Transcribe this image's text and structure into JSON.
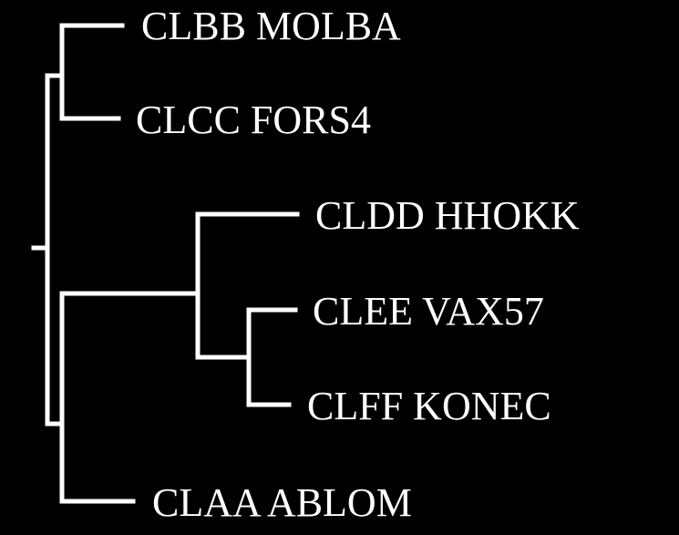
{
  "tree": {
    "leaves": [
      {
        "id": "clbb",
        "label": "CLBB MOLBA"
      },
      {
        "id": "clcc",
        "label": "CLCC FORS4"
      },
      {
        "id": "cldd",
        "label": "CLDD HHOKK"
      },
      {
        "id": "clee",
        "label": "CLEE VAX57"
      },
      {
        "id": "clff",
        "label": "CLFF KONEC"
      },
      {
        "id": "claa",
        "label": "CLAA ABLOM"
      }
    ]
  },
  "colors": {
    "background": "#000000",
    "foreground": "#ffffff"
  }
}
